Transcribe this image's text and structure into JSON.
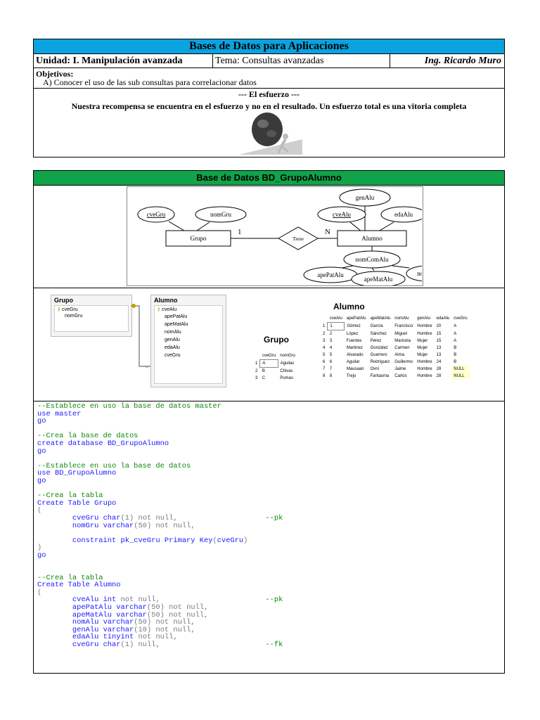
{
  "header": {
    "title": "Bases de Datos para Aplicaciones",
    "unidad": "Unidad: I. Manipulación avanzada",
    "tema": "Tema: Consultas avanzadas",
    "autor": "Ing. Ricardo Muro",
    "objetivos_label": "Objetivos:",
    "objetivo_a": "A) Conocer el uso de las sub consultas para correlacionar datos",
    "esfuerzo_title": "--- El esfuerzo ---",
    "esfuerzo_text": "Nuestra recompensa se encuentra en el esfuerzo y no en el resultado. Un esfuerzo total es una vitoria completa"
  },
  "section": {
    "title": "Base de Datos BD_GrupoAlumno"
  },
  "er": {
    "genAlu": "genAlu",
    "cveGru": "cveGru",
    "nomGru": "nomGru",
    "cveAlu": "cveAlu",
    "edaAlu": "edaAlu",
    "grupo": "Grupo",
    "tiene": "Tiene",
    "alumno": "Alumno",
    "card1": "1",
    "cardN": "N",
    "nomComAlu": "nomComAlu",
    "apePatAlu": "apePatAlu",
    "apeMatAlu": "apeMatAlu",
    "nomAlu": "nomAlu"
  },
  "schema": {
    "grupo_title": "Grupo",
    "grupo_fields": [
      "cveGru",
      "nomGru"
    ],
    "alumno_title": "Alumno",
    "alumno_fields": [
      "cveAlu",
      "apePatAlu",
      "apeMatAlu",
      "nomAlu",
      "genAlu",
      "edaAlu",
      "cveGru"
    ]
  },
  "grupo_table": {
    "caption": "Grupo",
    "columns": [
      "",
      "cveGru",
      "nomGru"
    ],
    "rows": [
      [
        "1",
        "A",
        "Aguilas"
      ],
      [
        "2",
        "B",
        "Chivas"
      ],
      [
        "3",
        "C",
        "Pumas"
      ]
    ]
  },
  "alumno_table": {
    "caption": "Alumno",
    "columns": [
      "",
      "cveAlu",
      "apePatAlu",
      "apeMatAlu",
      "nomAlu",
      "genAlu",
      "edaAlu",
      "cveGru"
    ],
    "rows": [
      [
        "1",
        "1",
        "Gómez",
        "García",
        "Francisco",
        "Hombre",
        "20",
        "A"
      ],
      [
        "2",
        "2",
        "López",
        "Sánchez",
        "Miguel",
        "Hombre",
        "15",
        "A"
      ],
      [
        "3",
        "3",
        "Fuentes",
        "Pérez",
        "Maricela",
        "Mujer",
        "15",
        "A"
      ],
      [
        "4",
        "4",
        "Martinez",
        "González",
        "Carmen",
        "Mujer",
        "13",
        "B"
      ],
      [
        "5",
        "5",
        "Alvarado",
        "Guerrero",
        "Alma",
        "Mujer",
        "13",
        "B"
      ],
      [
        "6",
        "6",
        "Aguilar",
        "Rodríguez",
        "Guillermo",
        "Hombre",
        "24",
        "B"
      ],
      [
        "7",
        "7",
        "Mausaan",
        "Ovni",
        "Jaime",
        "Hombre",
        "28",
        "NULL"
      ],
      [
        "8",
        "8",
        "Trejo",
        "Fantasma",
        "Carlos",
        "Hombre",
        "28",
        "NULL"
      ]
    ]
  },
  "code": [
    "--Establece en uso la base de datos master",
    "use master",
    "go",
    "",
    "--Crea la base de datos",
    "create database BD_GrupoAlumno",
    "go",
    "",
    "--Establece en uso la base de datos",
    "use BD_GrupoAlumno",
    "go",
    "",
    "--Crea la tabla",
    "Create Table Grupo",
    "(",
    "        cveGru char(1) not null,                    --pk",
    "        nomGru varchar(50) not null,",
    "",
    "        constraint pk_cveGru Primary Key(cveGru)",
    ")",
    "go",
    "",
    "",
    "--Crea la tabla",
    "Create Table Alumno",
    "(",
    "        cveAlu int not null,                        --pk",
    "        apePatAlu varchar(50) not null,",
    "        apeMatAlu varchar(50) not null,",
    "        nomAlu varchar(50) not null,",
    "        genAlu varchar(10) not null,",
    "        edaAlu tinyint not null,",
    "        cveGru char(1) null,                        --fk"
  ]
}
